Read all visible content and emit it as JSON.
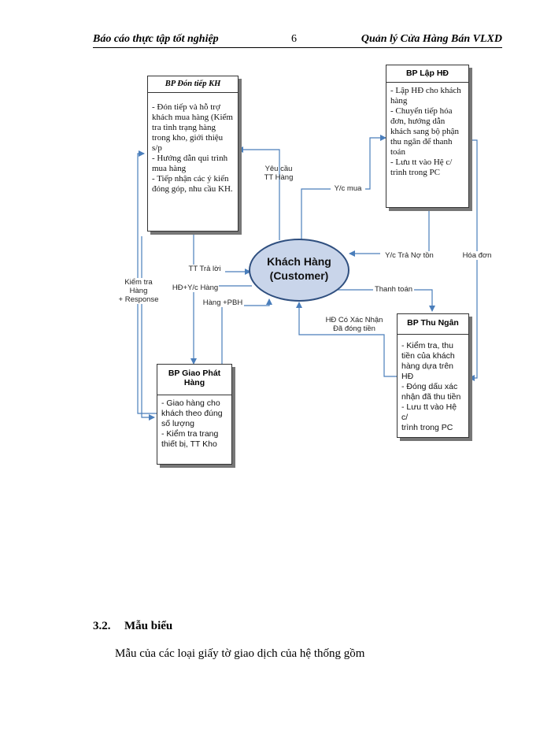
{
  "header": {
    "left": "Báo cáo thực tập tốt nghiệp",
    "page_number": "6",
    "right": "Quản lý Cửa Hàng Bán VLXD"
  },
  "diagram": {
    "center": {
      "line1": "Khách Hàng",
      "line2": "(Customer)"
    },
    "box_don_tiep": {
      "title": "BP Đón tiếp KH",
      "body": "- Đón tiếp và hỗ trợ\nkhách mua hàng (Kiểm\ntra tình trạng hàng\ntrong kho, giới thiệu s/p\n- Hướng dẫn qui trình\nmua hàng\n- Tiếp nhận các ý kiến\nđóng góp, nhu cầu KH."
    },
    "box_lap_hd": {
      "title": "BP Lập HĐ",
      "body": "- Lập HĐ cho khách\nhàng\n- Chuyển tiếp hóa\nđơn, hướng dẫn\nkhách sang bộ phận\nthu ngân để thanh\ntoán\n- Lưu tt vào Hệ c/\ntrình trong PC"
    },
    "box_thu_ngan": {
      "title": "BP Thu Ngân",
      "body": "- Kiểm tra, thu\ntiền của khách\nhàng dựa trên HĐ\n- Đóng dấu xác\nnhận đã thu tiền\n- Lưu tt vào Hệ c/\ntrình trong PC"
    },
    "box_giao_phat": {
      "title": "BP Giao Phát Hàng",
      "body": "- Giao hàng cho\nkhách theo đúng\nsố lượng\n- Kiểm tra trang\nthiết bị, TT Kho"
    },
    "labels": {
      "yeu_cau": "Yêu cầu\nTT Hàng",
      "yc_mua": "Y/c mua",
      "yc_tra_no": "Y/c Trả Nợ tồn",
      "hoa_don": "Hóa đơn",
      "tt_tra_loi": "TT Trả lời",
      "hd_yc_hang": "HĐ+Y/c Hàng",
      "hang_pbh": "Hàng +PBH",
      "kiem_tra": "Kiểm tra\nHàng\n+ Response",
      "thanh_toan": "Thanh toán",
      "hd_co_xac_nhan": "HĐ Có Xác Nhận\nĐã đóng tiền"
    },
    "colors": {
      "arrow": "#4a7ebb",
      "ellipse_fill": "#c9d5ea",
      "ellipse_stroke": "#2f4f7f"
    }
  },
  "section": {
    "number": "3.2.",
    "title": "Mẫu biểu",
    "body": "Mẫu của các loại giấy tờ giao dịch của hệ thống gồm"
  }
}
